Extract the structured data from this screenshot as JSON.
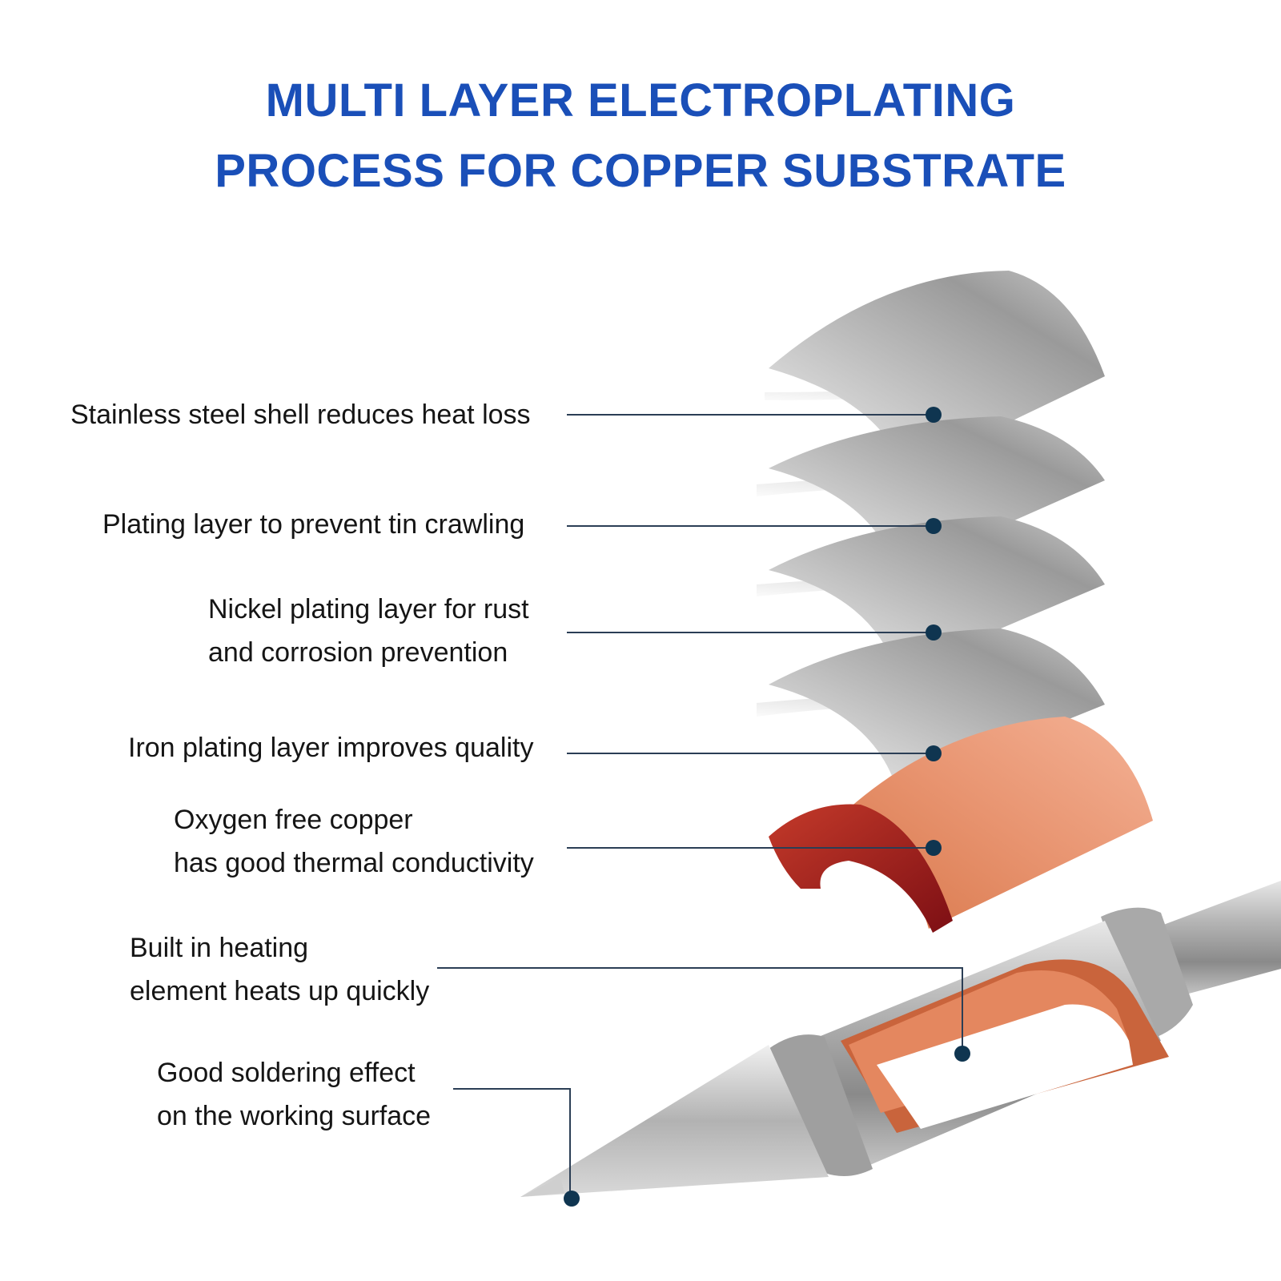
{
  "title": {
    "line1": "MULTI LAYER ELECTROPLATING",
    "line2": "PROCESS FOR COPPER SUBSTRATE"
  },
  "callouts": [
    {
      "id": "stainless-steel-shell",
      "lines": [
        "Stainless steel shell reduces heat loss"
      ]
    },
    {
      "id": "plating-layer-tin",
      "lines": [
        "Plating layer to prevent tin crawling"
      ]
    },
    {
      "id": "nickel-plating-layer",
      "lines": [
        "Nickel plating layer for rust",
        "and corrosion prevention"
      ]
    },
    {
      "id": "iron-plating-layer",
      "lines": [
        "Iron plating layer improves quality"
      ]
    },
    {
      "id": "oxygen-free-copper",
      "lines": [
        "Oxygen free copper",
        "has good thermal conductivity"
      ]
    },
    {
      "id": "built-in-heating",
      "lines": [
        "Built in heating",
        "element heats up quickly"
      ]
    },
    {
      "id": "good-soldering-effect",
      "lines": [
        "Good soldering effect",
        "on the working surface"
      ]
    }
  ],
  "colors": {
    "title": "#1a4fb8",
    "leader_line": "#2b3e55",
    "leader_dot": "#0f3550",
    "steel_light": "#d8d8d8",
    "steel_dark": "#8d8d8d",
    "copper_light": "#f0a98a",
    "copper_dark": "#c8643a",
    "copper_edge": "#9c1a1a"
  }
}
